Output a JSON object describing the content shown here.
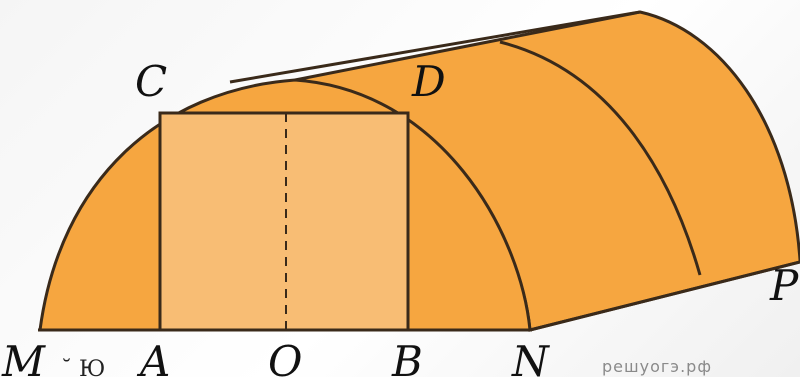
{
  "diagram": {
    "points": {
      "M": "M",
      "A": "A",
      "O": "O",
      "B": "B",
      "N": "N",
      "C": "C",
      "D": "D",
      "P": "P"
    },
    "watermark": "решуогэ.рф",
    "caption_fragment": "̆ Ю",
    "colors": {
      "greenhouse_fill": "#f6a640",
      "front_rect_fill": "#f8bd74",
      "outline": "#3a2a1a",
      "background": "#ffffff"
    }
  }
}
